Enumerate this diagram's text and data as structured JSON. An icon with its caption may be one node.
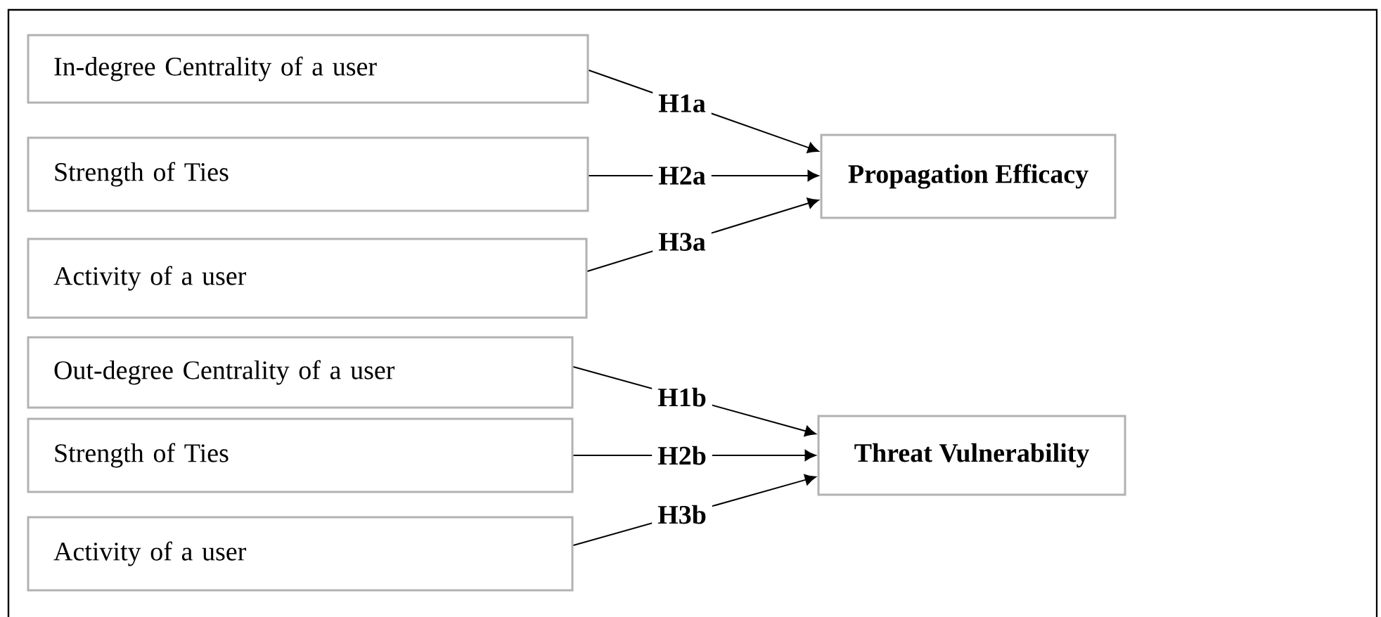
{
  "diagram": {
    "nodes": [
      {
        "text": [
          "In-degree Centrality of a user"
        ]
      },
      {
        "text": [
          "Strength of Ties"
        ]
      },
      {
        "text": [
          "Activity of a user"
        ]
      },
      {
        "text": [
          "Propagation Efficacy"
        ]
      },
      {
        "text": [
          "Out-degree Centrality of a user"
        ]
      },
      {
        "text": [
          "Strength of Ties"
        ]
      },
      {
        "text": [
          "Activity of a user"
        ]
      },
      {
        "text": [
          "Threat Vulnerability"
        ]
      }
    ],
    "edges": [
      {
        "from": 0,
        "to": 3,
        "arrow": "to",
        "label": "H1a"
      },
      {
        "from": 1,
        "to": 3,
        "arrow": "to",
        "label": "H2a"
      },
      {
        "from": 2,
        "to": 3,
        "arrow": "to",
        "label": "H3a"
      },
      {
        "from": 4,
        "to": 7,
        "arrow": "to",
        "label": "H1b"
      },
      {
        "from": 5,
        "to": 7,
        "arrow": "to",
        "label": "H2b"
      },
      {
        "from": 6,
        "to": 7,
        "arrow": "to",
        "label": "H3b"
      }
    ]
  }
}
